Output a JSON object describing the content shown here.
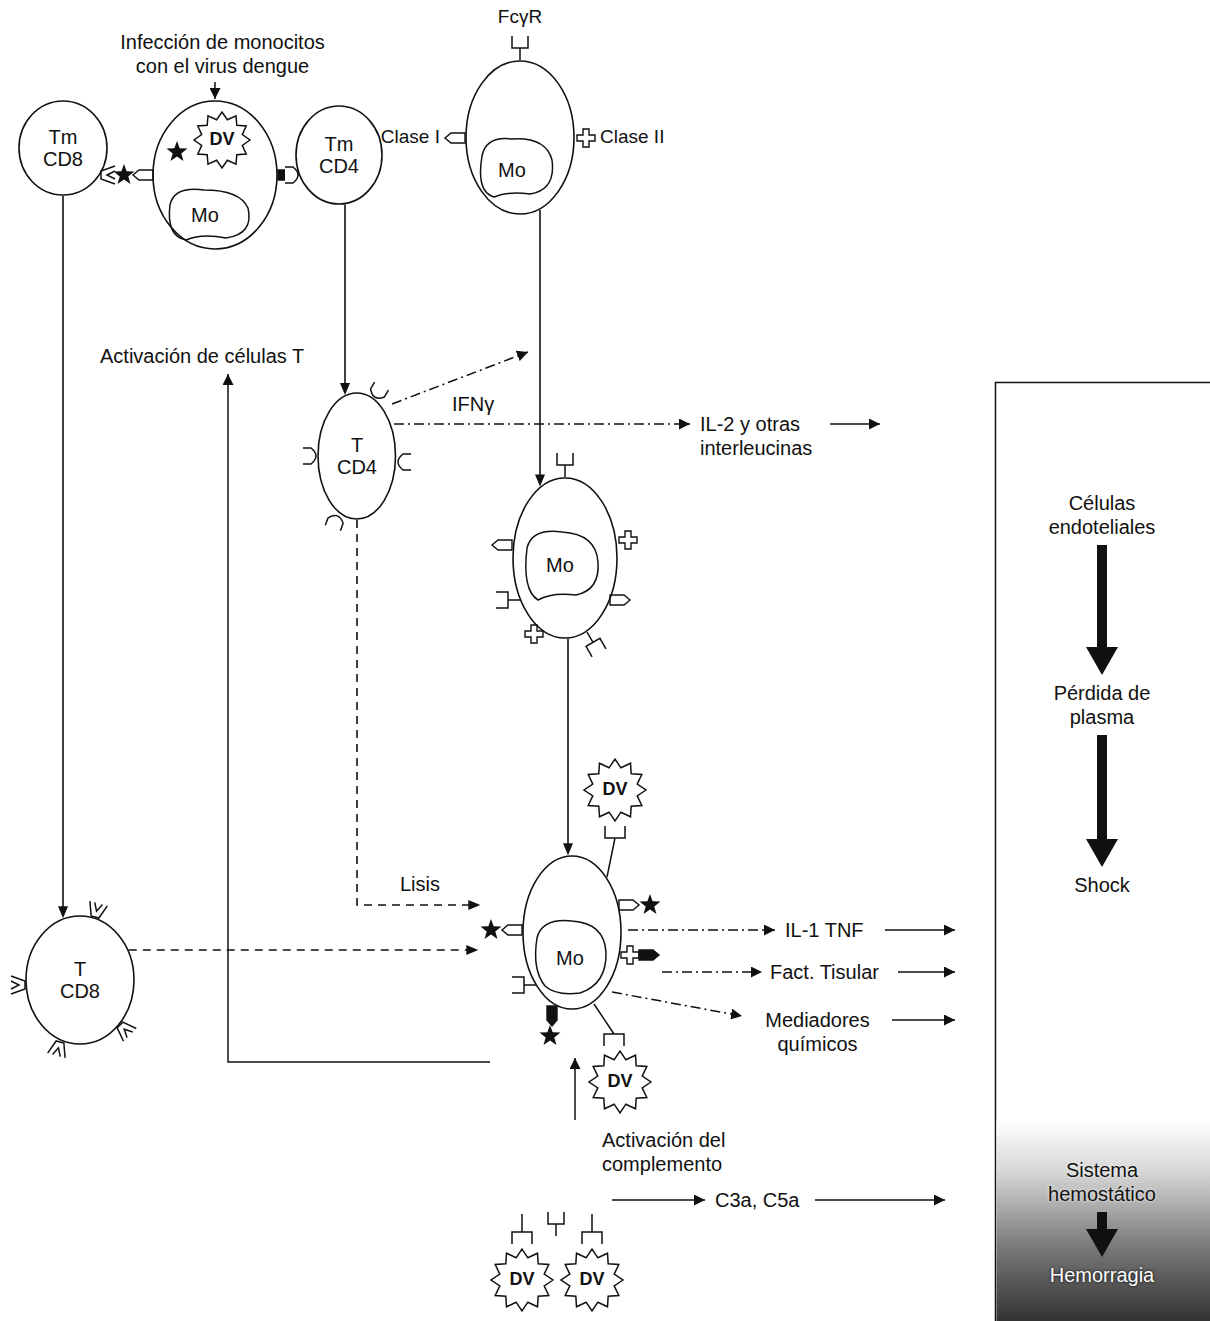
{
  "diagram": {
    "nodes": [
      {
        "text": [
          "Tm CD8"
        ]
      },
      {
        "text": [
          "DV",
          "Mo"
        ]
      },
      {
        "text": [
          "Tm CD4"
        ]
      },
      {
        "text": [
          "Mo"
        ]
      },
      {
        "text": [
          "T CD4"
        ]
      },
      {
        "text": [
          "Mo"
        ]
      },
      {
        "text": [
          "DV"
        ]
      },
      {
        "text": [
          "T CD8"
        ]
      },
      {
        "text": [
          "Mo"
        ]
      },
      {
        "text": [
          "DV"
        ]
      },
      {
        "text": [
          "DV"
        ]
      },
      {
        "text": [
          "DV"
        ]
      },
      {
        "text": [
          "Células endoteliales"
        ]
      },
      {
        "text": [
          "Pérdida de plasma"
        ]
      },
      {
        "text": [
          "Shock"
        ]
      },
      {
        "text": [
          "Sistema hemostático"
        ]
      },
      {
        "text": [
          "Hemorragia"
        ]
      }
    ],
    "edges": [
      {
        "from": 0,
        "to": 7,
        "arrow": "to"
      },
      {
        "from": 2,
        "to": 4,
        "arrow": "to"
      },
      {
        "from": 3,
        "to": 5,
        "arrow": "to"
      },
      {
        "from": 5,
        "to": 8,
        "arrow": "to"
      },
      {
        "from": 4,
        "to": 8,
        "label": "Lisis",
        "arrow": "to"
      },
      {
        "from": 7,
        "to": 8,
        "arrow": "to"
      },
      {
        "from": 12,
        "to": 13,
        "arrow": "to"
      },
      {
        "from": 13,
        "to": 14,
        "arrow": "to"
      },
      {
        "from": 15,
        "to": 16,
        "arrow": "to"
      }
    ],
    "labels": [
      "Infección de monocitos con el virus dengue",
      "FcγR",
      "Clase I",
      "Clase II",
      "Activación de células T",
      "IFNγ",
      "IL-2 y otras interleucinas",
      "IL-1 TNF",
      "Fact. Tisular",
      "Mediadores químicos",
      "Activación del complemento",
      "C3a, C5a"
    ]
  }
}
